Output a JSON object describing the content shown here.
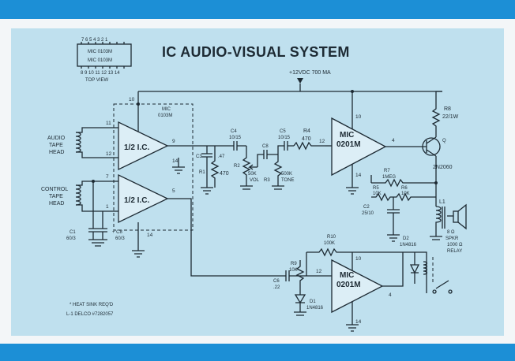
{
  "title": "IC AUDIO-VISUAL SYSTEM",
  "pinout": {
    "top_pins": "7 6 5 4 3 2 1",
    "bottom_pins": "8 9 10 11 12 13 14",
    "body_line1": "MIC 0103M",
    "body_line2": "MIC 0103M",
    "caption": "TOP VIEW"
  },
  "supply": "+12VDC 700 MA",
  "inputs": {
    "audio_head": [
      "AUDIO",
      "TAPE",
      "HEAD"
    ],
    "control_head": [
      "CONTROL",
      "TAPE",
      "HEAD"
    ]
  },
  "ic1": {
    "part": [
      "MIC",
      "0103M"
    ],
    "half_label": "1/2 I.C."
  },
  "ic2": {
    "part": [
      "MIC",
      "0201M"
    ]
  },
  "ic3": {
    "part": [
      "MIC",
      "0201M"
    ]
  },
  "components": {
    "c1": [
      "C1",
      "60/3"
    ],
    "c2": [
      "C2",
      "25/10"
    ],
    "c3": [
      "C3",
      ".47"
    ],
    "c4": [
      "C4",
      "10/15"
    ],
    "c5": [
      "C5",
      "10/15"
    ],
    "c6": [
      "C6",
      ".22"
    ],
    "c8": [
      "+ C8",
      "60/3"
    ],
    "cb": "C8",
    "r1": [
      "R1",
      "470"
    ],
    "r2": [
      "R2",
      "50K",
      "VOL"
    ],
    "r3": [
      "R3",
      "500K",
      "TONE"
    ],
    "r4": [
      "R4",
      "470"
    ],
    "r5": [
      "R5",
      "10K"
    ],
    "r6": [
      "R6",
      "10K"
    ],
    "r7": [
      "R7",
      "1MEG"
    ],
    "r8": [
      "R8",
      "22/1W"
    ],
    "r9": [
      "R9",
      "10K"
    ],
    "r10": [
      "R10",
      "100K"
    ],
    "q1": [
      "Q",
      "2N2060"
    ],
    "d1": [
      "D1",
      "1N4816"
    ],
    "d2": [
      "D2",
      "1N4816"
    ],
    "l1": "L1",
    "spkr": [
      "8 Ω",
      "SPKR"
    ],
    "relay": [
      "1000 Ω",
      "RELAY"
    ]
  },
  "pins": {
    "p10": "10",
    "p11": "11",
    "p12": "12",
    "p7": "7",
    "p1": "1",
    "p9": "9",
    "p14": "14",
    "p5": "5",
    "p4": "4",
    "p14b": "14",
    "p10b": "10",
    "p12b": "12",
    "p4b": "4",
    "p10c": "10",
    "p14c": "14",
    "p14d": "14",
    "p12c": "12"
  },
  "notes": [
    "* HEAT SINK REQ'D",
    "L-1 DELCO #7282057"
  ]
}
